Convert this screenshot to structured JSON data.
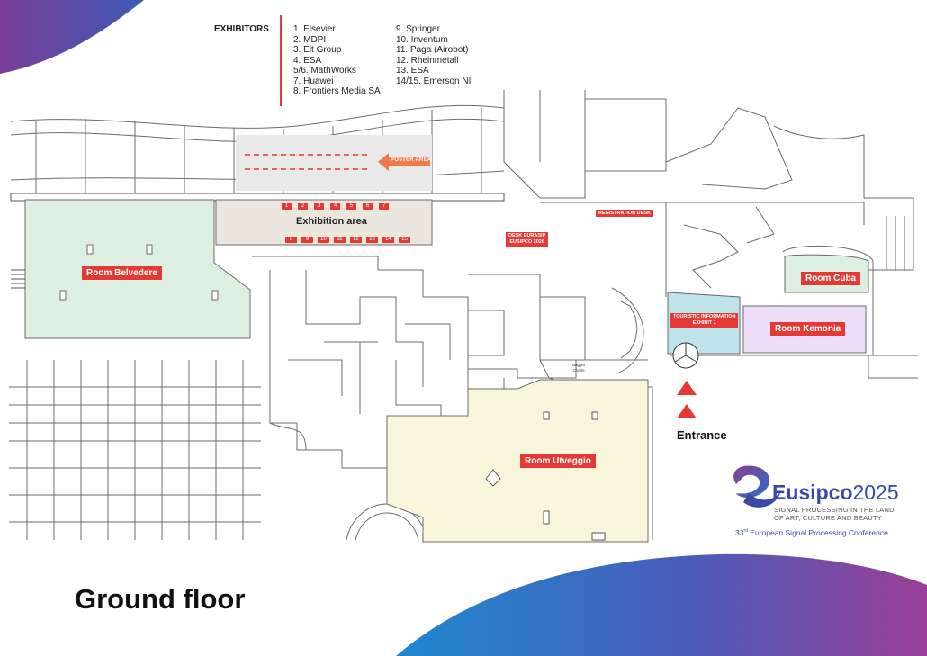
{
  "legend": {
    "heading": "EXHIBITORS",
    "col1": [
      "1. Elsevier",
      "2. MDPI",
      "3. Elt Group",
      "4. ESA",
      "5/6. MathWorks",
      "7. Huawei",
      "8. Frontiers Media SA"
    ],
    "col2": [
      "9. Springer",
      "10. Inventum",
      "11. Paga (Airobot)",
      "12. Rheinmetall",
      "13. ESA",
      "14/15. Emerson NI"
    ]
  },
  "areas": {
    "poster": "POSTER AREA",
    "exhibition": "Exhibition area",
    "registration": "REGISTRATION DESK",
    "eurasip": [
      "DESK EURASIP",
      "EUSIPCO 2026"
    ],
    "touristic": [
      "TOURISTIC INFORMATION",
      "EXHIBIT 1"
    ],
    "stairs": [
      "Baggio",
      "Chairs"
    ]
  },
  "booths_top": [
    "1",
    "2",
    "3",
    "4",
    "5",
    "6",
    "7"
  ],
  "booths_bottom": [
    "8",
    "9",
    "10",
    "11",
    "12",
    "13",
    "14",
    "15"
  ],
  "rooms": {
    "belvedere": "Room Belvedere",
    "cuba": "Room Cuba",
    "kemonia": "Room Kemonia",
    "utveggio": "Room Utveggio"
  },
  "entrance": "Entrance",
  "floor_title": "Ground floor",
  "logo": {
    "name_part1": "Eusipco",
    "name_part2": "2025",
    "tagline1": "SIGNAL PROCESSING IN THE LAND",
    "tagline2": "OF ART, CULTURE AND BEAUTY",
    "conference_num": "33",
    "conference_sup": "rd",
    "conference_rest": " European Signal Processing Conference"
  },
  "colors": {
    "label_red": "#e53935",
    "room_green": "#dcefe1",
    "room_pale": "#f8f6da",
    "room_blue": "#bfe3ea",
    "room_lilac": "#efdef7",
    "exhibit_beige": "#ebe7de",
    "poster_orange": "#f07a4a",
    "brand_blue": "#3a49a8",
    "brand_purple": "#7a3c96"
  }
}
